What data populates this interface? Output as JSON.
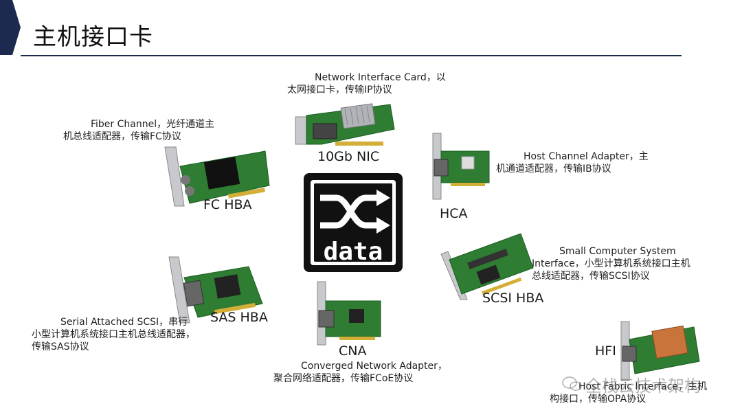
{
  "slide": {
    "title": "主机接口卡"
  },
  "center": {
    "icon": "shuffle-data-icon",
    "text": "data"
  },
  "cards": {
    "nic": {
      "label": "10Gb NIC",
      "desc": [
        "Network Interface Card，以",
        "太网接口卡，传输IP协议"
      ]
    },
    "fc": {
      "label": "FC HBA",
      "desc": [
        "Fiber Channel，光纤通道主",
        "机总线适配器，传输FC协议"
      ]
    },
    "hca": {
      "label": "HCA",
      "desc": [
        "Host Channel Adapter，主",
        "机通道适配器，传输IB协议"
      ]
    },
    "scsi": {
      "label": "SCSI HBA",
      "desc": [
        "Small Computer System",
        "Interface，小型计算机系统接口主机",
        "总线适配器，传输SCSI协议"
      ]
    },
    "sas": {
      "label": "SAS HBA",
      "desc": [
        "Serial Attached SCSI，串行",
        "小型计算机系统接口主机总线适配器，",
        "传输SAS协议"
      ]
    },
    "cna": {
      "label": "CNA",
      "desc": [
        "Converged Network Adapter，",
        "聚合网络适配器，传输FCoE协议"
      ]
    },
    "hfi": {
      "label": "HFI",
      "desc": [
        "Host Fabric Interface，主机",
        "构接口，传输OPA协议"
      ]
    }
  },
  "watermark": {
    "icon": "wechat-icon",
    "text": "全栈云技术架构"
  },
  "colors": {
    "chevron": "#1b2a4e",
    "pcb": "#2e7d32",
    "metal": "#c7c9cc"
  }
}
